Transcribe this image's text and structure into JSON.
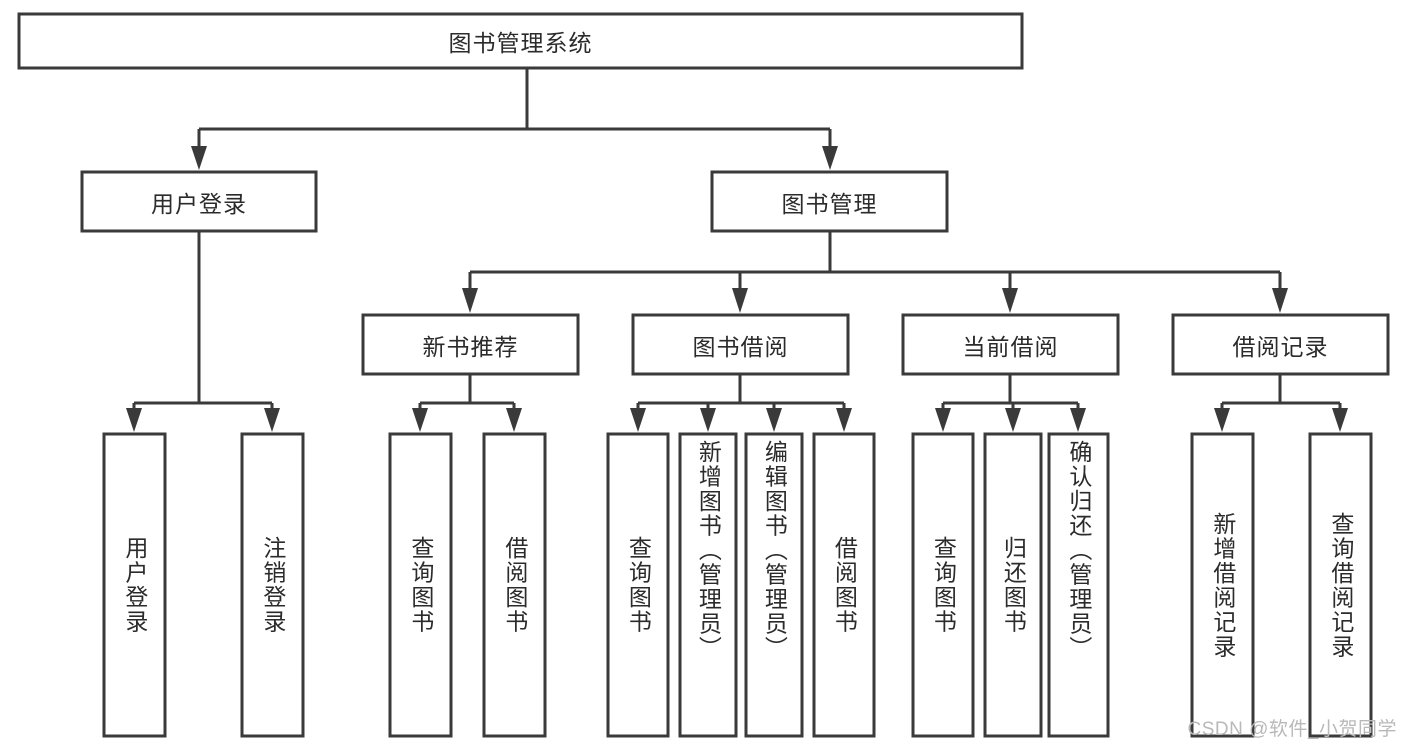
{
  "diagram": {
    "title": "图书管理系统",
    "type": "tree-hierarchy",
    "watermark": "CSDN @软件_小贺同学",
    "colors": {
      "box_stroke": "#3a3a3a",
      "box_fill": "#ffffff",
      "text": "#2b2b2b",
      "background": "#ffffff",
      "watermark": "#b9b9b9"
    },
    "levels": {
      "root": {
        "label": "图书管理系统",
        "orientation": "horizontal"
      },
      "level2": [
        {
          "label": "用户登录",
          "orientation": "horizontal"
        },
        {
          "label": "图书管理",
          "orientation": "horizontal"
        }
      ],
      "level3": [
        {
          "label": "新书推荐",
          "orientation": "horizontal",
          "parent": "图书管理"
        },
        {
          "label": "图书借阅",
          "orientation": "horizontal",
          "parent": "图书管理"
        },
        {
          "label": "当前借阅",
          "orientation": "horizontal",
          "parent": "图书管理"
        },
        {
          "label": "借阅记录",
          "orientation": "horizontal",
          "parent": "图书管理"
        }
      ],
      "leaves": [
        {
          "label": "用户登录",
          "orientation": "vertical",
          "parent": "用户登录"
        },
        {
          "label": "注销登录",
          "orientation": "vertical",
          "parent": "用户登录"
        },
        {
          "label": "查询图书",
          "orientation": "vertical",
          "parent": "新书推荐"
        },
        {
          "label": "借阅图书",
          "orientation": "vertical",
          "parent": "新书推荐"
        },
        {
          "label": "查询图书",
          "orientation": "vertical",
          "parent": "图书借阅"
        },
        {
          "label": "新增图书（管理员）",
          "orientation": "vertical",
          "parent": "图书借阅"
        },
        {
          "label": "编辑图书（管理员）",
          "orientation": "vertical",
          "parent": "图书借阅"
        },
        {
          "label": "借阅图书",
          "orientation": "vertical",
          "parent": "图书借阅"
        },
        {
          "label": "查询图书",
          "orientation": "vertical",
          "parent": "当前借阅"
        },
        {
          "label": "归还图书",
          "orientation": "vertical",
          "parent": "当前借阅"
        },
        {
          "label": "确认归还（管理员）",
          "orientation": "vertical",
          "parent": "当前借阅"
        },
        {
          "label": "新增借阅记录",
          "orientation": "vertical",
          "parent": "借阅记录"
        },
        {
          "label": "查询借阅记录",
          "orientation": "vertical",
          "parent": "借阅记录"
        }
      ]
    }
  }
}
